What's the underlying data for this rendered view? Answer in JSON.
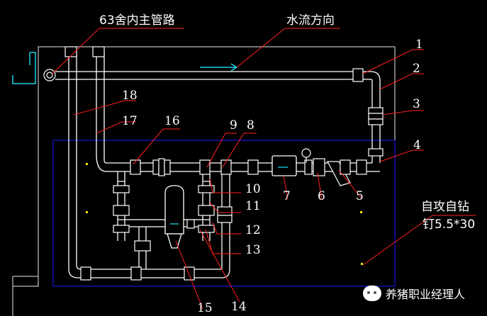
{
  "labels": {
    "main_pipe": "63舍内主管路",
    "flow_direction": "水流方向",
    "screw_line1": "自攻自钻",
    "screw_line2": "钉5.5*30"
  },
  "part_numbers": [
    "1",
    "2",
    "3",
    "4",
    "5",
    "6",
    "7",
    "8",
    "9",
    "10",
    "11",
    "12",
    "13",
    "14",
    "15",
    "16",
    "17",
    "18"
  ],
  "watermark": "养猪职业经理人",
  "colors": {
    "background": "#000000",
    "pipe": "#ffffff",
    "leader": "#ff2020",
    "frame": "#1c1cff",
    "arrow": "#19d3e6",
    "text": "#ffffff"
  },
  "icons": [
    "wechat-icon"
  ]
}
